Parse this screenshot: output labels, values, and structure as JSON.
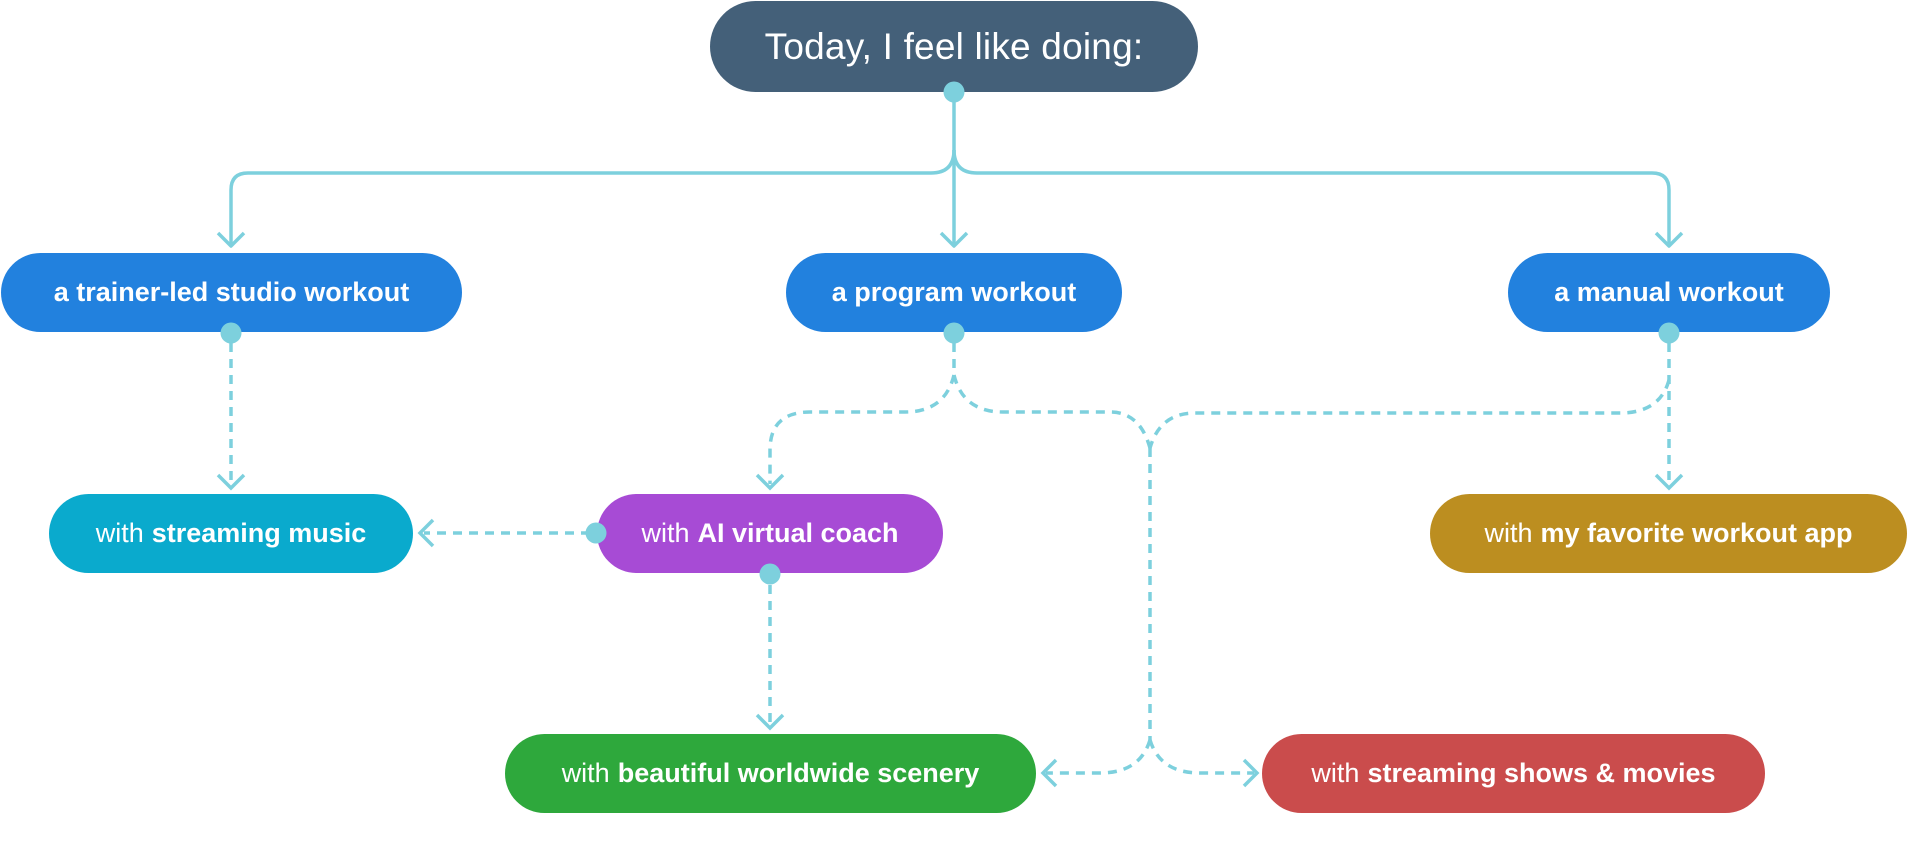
{
  "diagram": {
    "title": "Today, I feel like doing:",
    "colors": {
      "root": "#446079",
      "level1": "#2281de",
      "connector": "#7dd0dd",
      "streaming_music": "#0aaacd",
      "ai_coach": "#a74bd5",
      "favorite_app": "#bc8e20",
      "scenery": "#2ea83c",
      "shows_movies": "#ca4c4c"
    },
    "level1": [
      {
        "id": "trainer",
        "label": "a trainer-led studio workout"
      },
      {
        "id": "program",
        "label": "a program workout"
      },
      {
        "id": "manual",
        "label": "a manual workout"
      }
    ],
    "options": [
      {
        "id": "music",
        "prefix": "with",
        "label": "streaming music"
      },
      {
        "id": "coach",
        "prefix": "with",
        "label": "AI virtual coach"
      },
      {
        "id": "app",
        "prefix": "with",
        "label": "my favorite workout app"
      },
      {
        "id": "scenery",
        "prefix": "with",
        "label": "beautiful worldwide scenery"
      },
      {
        "id": "shows",
        "prefix": "with",
        "label": "streaming shows & movies"
      }
    ],
    "connections": [
      {
        "from": "root",
        "to": "trainer",
        "style": "solid"
      },
      {
        "from": "root",
        "to": "program",
        "style": "solid"
      },
      {
        "from": "root",
        "to": "manual",
        "style": "solid"
      },
      {
        "from": "trainer",
        "to": "music",
        "style": "dashed"
      },
      {
        "from": "program",
        "to": "coach",
        "style": "dashed"
      },
      {
        "from": "program",
        "to": "scenery",
        "style": "dashed"
      },
      {
        "from": "program",
        "to": "shows",
        "style": "dashed"
      },
      {
        "from": "manual",
        "to": "app",
        "style": "dashed"
      },
      {
        "from": "manual",
        "to": "scenery",
        "style": "dashed"
      },
      {
        "from": "manual",
        "to": "shows",
        "style": "dashed"
      },
      {
        "from": "coach",
        "to": "music",
        "style": "dashed"
      },
      {
        "from": "coach",
        "to": "scenery",
        "style": "dashed"
      }
    ]
  }
}
